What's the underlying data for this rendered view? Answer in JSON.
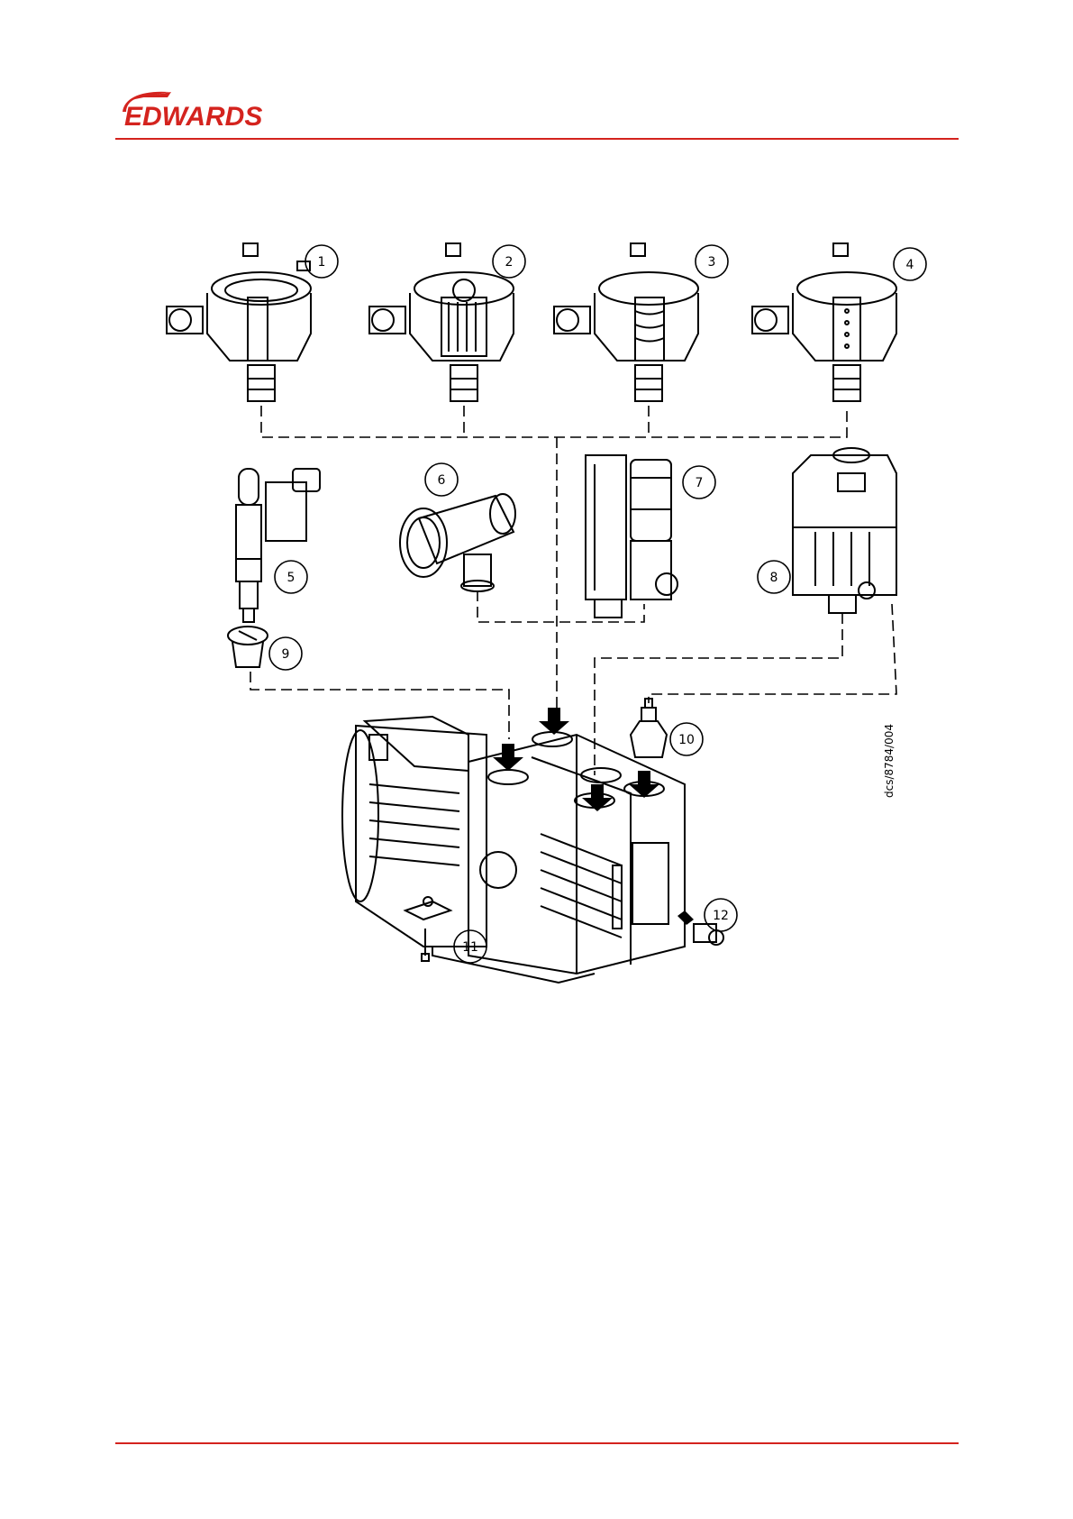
{
  "brand": {
    "name": "EDWARDS",
    "color": "#d4231e"
  },
  "figure": {
    "callouts": [
      "1",
      "2",
      "3",
      "4",
      "5",
      "6",
      "7",
      "8",
      "9",
      "10",
      "11",
      "12"
    ],
    "drawing_ref": "dcs/8784/004"
  }
}
